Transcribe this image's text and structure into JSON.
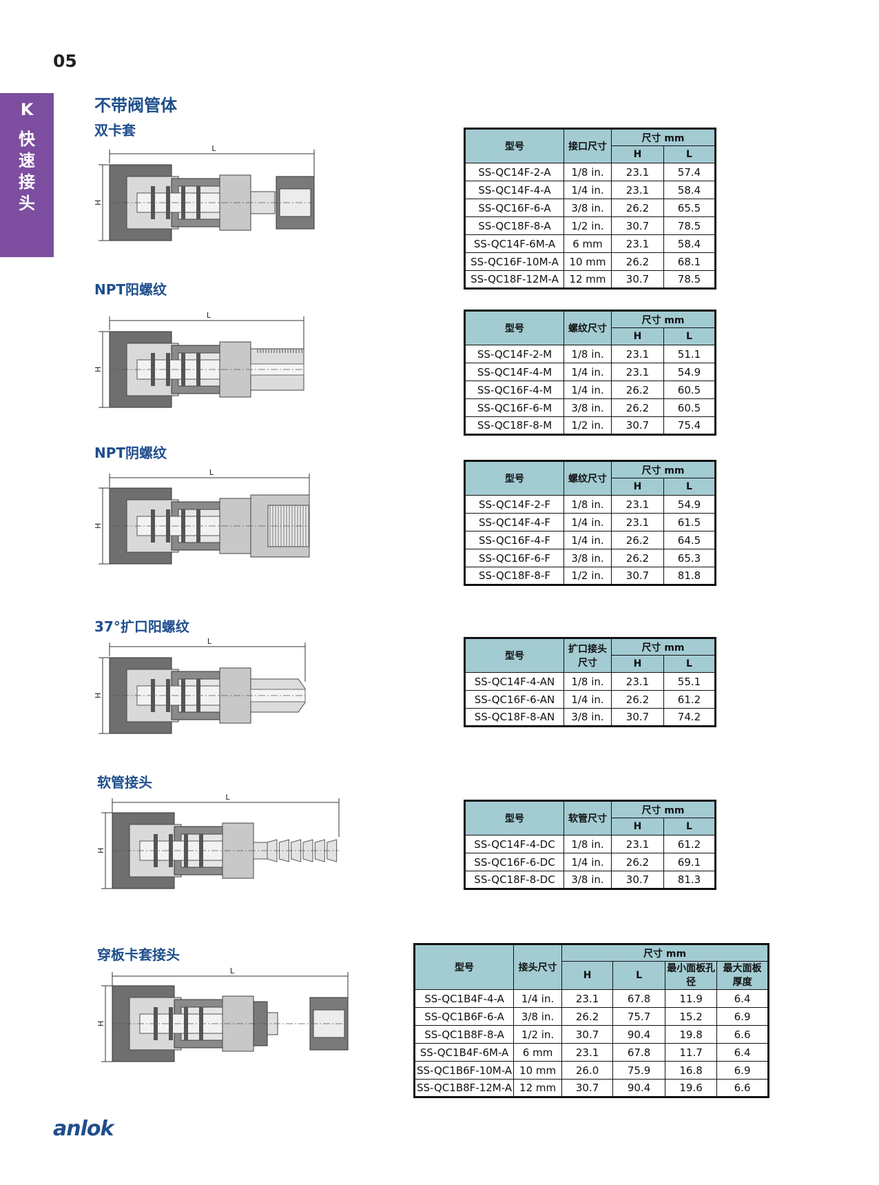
{
  "page_number": "05",
  "side_tab": {
    "letter": "K",
    "label": [
      "快",
      "速",
      "接",
      "头"
    ]
  },
  "title": "不带阀管体",
  "colors": {
    "accent": "#7d4e9f",
    "heading": "#1f4e8c",
    "table_header": "#a3cbd2"
  },
  "sections": [
    {
      "heading": "双卡套",
      "end": "tube",
      "dim_labels": {
        "l": "L",
        "h": "H"
      },
      "headers": [
        "型号",
        "接口尺寸",
        "尺寸 mm",
        "H",
        "L"
      ],
      "rows": [
        [
          "SS-QC14F-2-A",
          "1/8 in.",
          "23.1",
          "57.4"
        ],
        [
          "SS-QC14F-4-A",
          "1/4 in.",
          "23.1",
          "58.4"
        ],
        [
          "SS-QC16F-6-A",
          "3/8 in.",
          "26.2",
          "65.5"
        ],
        [
          "SS-QC18F-8-A",
          "1/2 in.",
          "30.7",
          "78.5"
        ],
        [
          "SS-QC14F-6M-A",
          "6 mm",
          "23.1",
          "58.4"
        ],
        [
          "SS-QC16F-10M-A",
          "10 mm",
          "26.2",
          "68.1"
        ],
        [
          "SS-QC18F-12M-A",
          "12 mm",
          "30.7",
          "78.5"
        ]
      ]
    },
    {
      "heading": "NPT阳螺纹",
      "end": "male",
      "dim_labels": {
        "l": "L",
        "h": "H"
      },
      "headers": [
        "型号",
        "螺纹尺寸",
        "尺寸 mm",
        "H",
        "L"
      ],
      "rows": [
        [
          "SS-QC14F-2-M",
          "1/8 in.",
          "23.1",
          "51.1"
        ],
        [
          "SS-QC14F-4-M",
          "1/4 in.",
          "23.1",
          "54.9"
        ],
        [
          "SS-QC16F-4-M",
          "1/4 in.",
          "26.2",
          "60.5"
        ],
        [
          "SS-QC16F-6-M",
          "3/8 in.",
          "26.2",
          "60.5"
        ],
        [
          "SS-QC18F-8-M",
          "1/2 in.",
          "30.7",
          "75.4"
        ]
      ]
    },
    {
      "heading": "NPT阴螺纹",
      "end": "female",
      "dim_labels": {
        "l": "L",
        "h": "H"
      },
      "headers": [
        "型号",
        "螺纹尺寸",
        "尺寸 mm",
        "H",
        "L"
      ],
      "rows": [
        [
          "SS-QC14F-2-F",
          "1/8 in.",
          "23.1",
          "54.9"
        ],
        [
          "SS-QC14F-4-F",
          "1/4 in.",
          "23.1",
          "61.5"
        ],
        [
          "SS-QC16F-4-F",
          "1/4 in.",
          "26.2",
          "64.5"
        ],
        [
          "SS-QC16F-6-F",
          "3/8 in.",
          "26.2",
          "65.3"
        ],
        [
          "SS-QC18F-8-F",
          "1/2 in.",
          "30.7",
          "81.8"
        ]
      ]
    },
    {
      "heading": "37°扩口阳螺纹",
      "end": "flare",
      "dim_labels": {
        "l": "L",
        "h": "H"
      },
      "headers": [
        "型号",
        "扩口接头尺寸",
        "尺寸 mm",
        "H",
        "L"
      ],
      "rows": [
        [
          "SS-QC14F-4-AN",
          "1/8 in.",
          "23.1",
          "55.1"
        ],
        [
          "SS-QC16F-6-AN",
          "1/4 in.",
          "26.2",
          "61.2"
        ],
        [
          "SS-QC18F-8-AN",
          "3/8 in.",
          "30.7",
          "74.2"
        ]
      ]
    },
    {
      "heading": "软管接头",
      "end": "hose",
      "dim_labels": {
        "l": "L",
        "h": "H"
      },
      "headers": [
        "型号",
        "软管尺寸",
        "尺寸 mm",
        "H",
        "L"
      ],
      "rows": [
        [
          "SS-QC14F-4-DC",
          "1/8 in.",
          "23.1",
          "61.2"
        ],
        [
          "SS-QC16F-6-DC",
          "1/4 in.",
          "26.2",
          "69.1"
        ],
        [
          "SS-QC18F-8-DC",
          "3/8 in.",
          "30.7",
          "81.3"
        ]
      ]
    },
    {
      "heading": "穿板卡套接头",
      "end": "bulkhead",
      "dim_labels": {
        "l": "L",
        "h": "H"
      },
      "headers": [
        "型号",
        "接头尺寸",
        "尺寸 mm",
        "H",
        "L",
        "最小面板孔径",
        "最大面板厚度"
      ],
      "rows": [
        [
          "SS-QC1B4F-4-A",
          "1/4 in.",
          "23.1",
          "67.8",
          "11.9",
          "6.4"
        ],
        [
          "SS-QC1B6F-6-A",
          "3/8 in.",
          "26.2",
          "75.7",
          "15.2",
          "6.9"
        ],
        [
          "SS-QC1B8F-8-A",
          "1/2 in.",
          "30.7",
          "90.4",
          "19.8",
          "6.6"
        ],
        [
          "SS-QC1B4F-6M-A",
          "6 mm",
          "23.1",
          "67.8",
          "11.7",
          "6.4"
        ],
        [
          "SS-QC1B6F-10M-A",
          "10 mm",
          "26.0",
          "75.9",
          "16.8",
          "6.9"
        ],
        [
          "SS-QC1B8F-12M-A",
          "12 mm",
          "30.7",
          "90.4",
          "19.6",
          "6.6"
        ]
      ]
    }
  ],
  "logo": "anlok"
}
